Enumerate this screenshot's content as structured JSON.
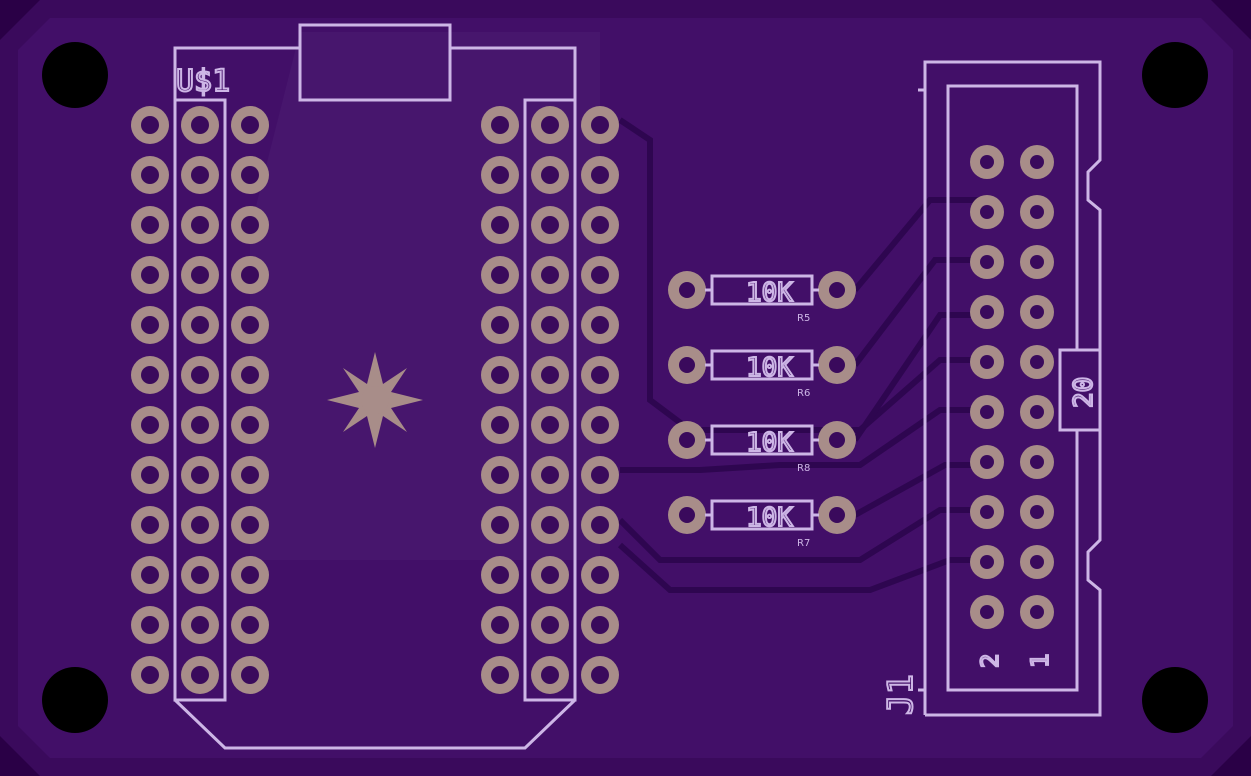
{
  "board": {
    "colors": {
      "substrate": "#3a0a5c",
      "pour": "#420f68",
      "pour_light": "#4b1a72",
      "silk": "#cdb6e6",
      "pad": "#a88d89",
      "hole": "#000000"
    }
  },
  "labels": {
    "main_module": "U$1",
    "connector": "J1",
    "pin_label_2": "2",
    "pin_label_1": "1",
    "pin_label_20": "20"
  },
  "resistors": [
    {
      "value": "10K",
      "ref": "R5"
    },
    {
      "value": "10K",
      "ref": "R6"
    },
    {
      "value": "10K",
      "ref": "R8"
    },
    {
      "value": "10K",
      "ref": "R7"
    }
  ]
}
